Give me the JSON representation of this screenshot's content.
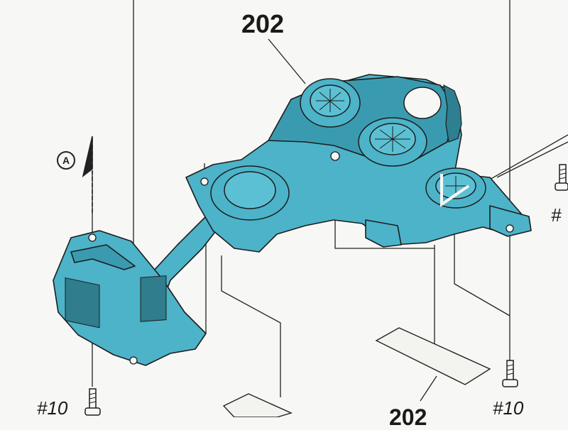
{
  "labels": {
    "part_number": "202",
    "ref_marker": "A",
    "screw_bottom_left": "#10",
    "screw_bottom_right": "#10",
    "screw_right": "#",
    "bottom_cut": "202"
  },
  "colors": {
    "part_fill": "#4cb3c9",
    "part_fill_dark": "#3a9bb0",
    "line": "#222222",
    "background": "#f7f7f5"
  }
}
